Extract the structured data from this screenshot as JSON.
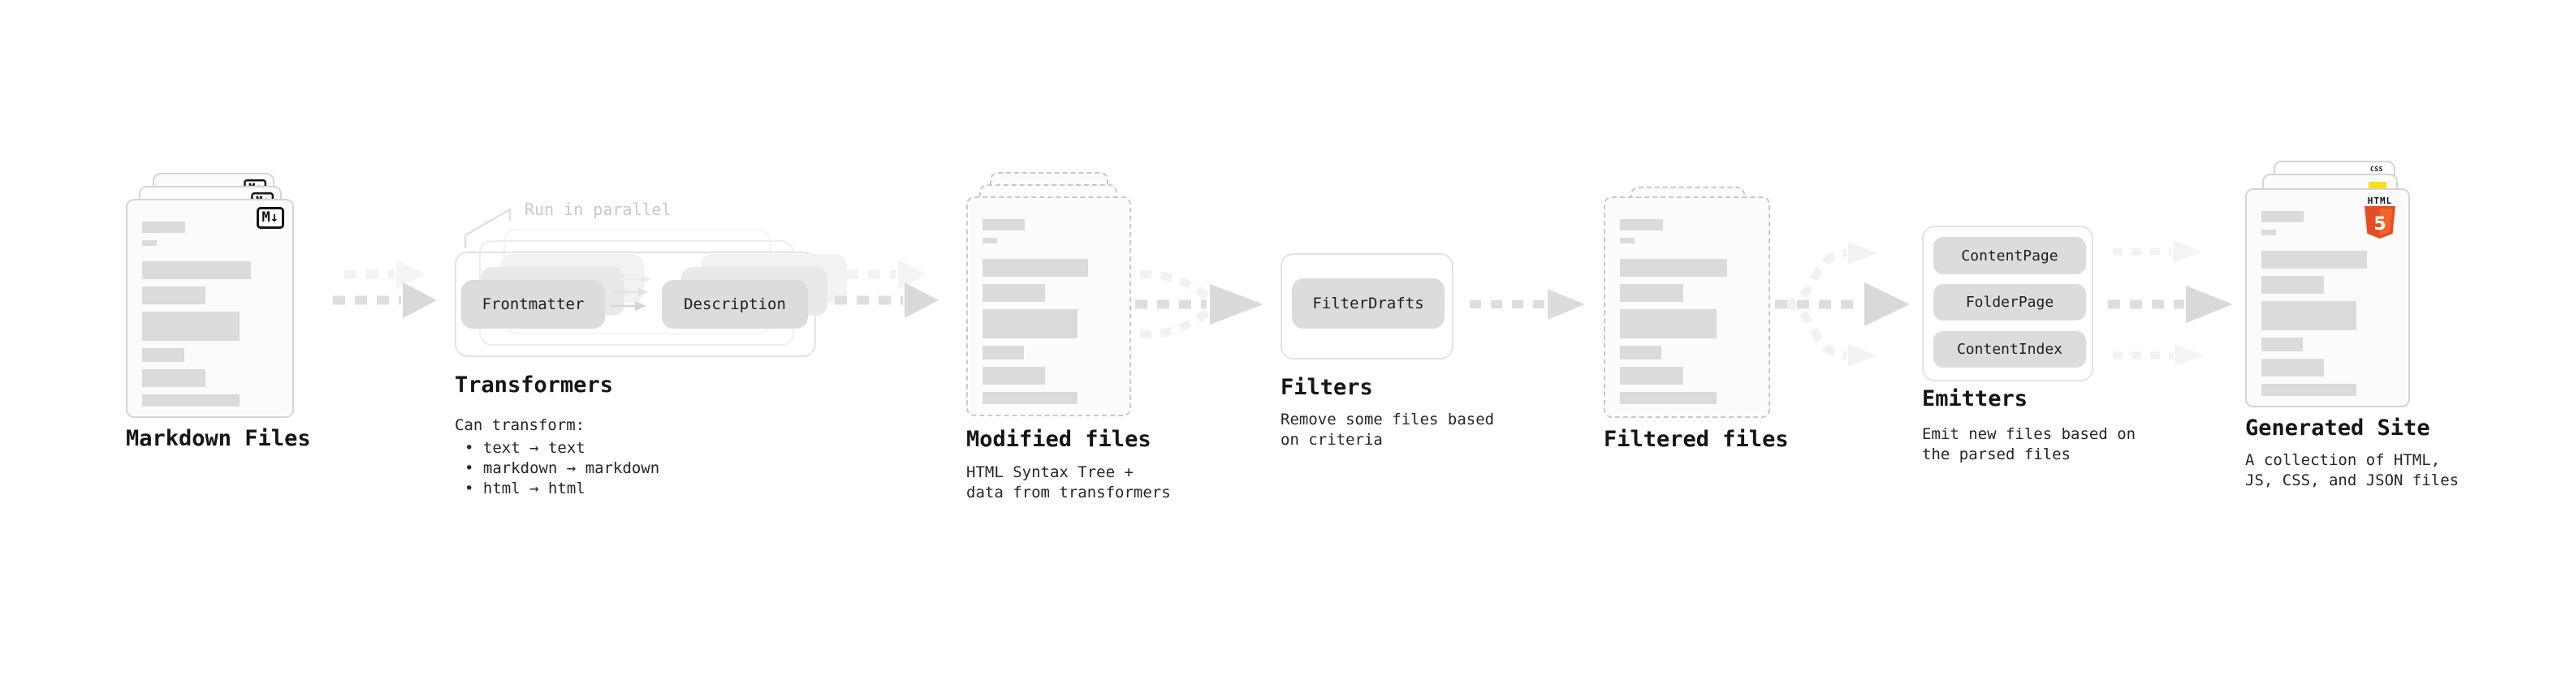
{
  "stages": {
    "markdown": {
      "label": "Markdown Files",
      "badge": "M↓"
    },
    "transformers": {
      "note": "Run in parallel",
      "input_box": "Frontmatter",
      "output_box": "Description",
      "title": "Transformers",
      "subtitle": "Can transform:",
      "bullets": [
        "text → text",
        "markdown → markdown",
        "html → html"
      ]
    },
    "modified": {
      "title": "Modified files",
      "subtitle": "HTML Syntax Tree +\ndata from transformers"
    },
    "filters": {
      "title": "Filters",
      "box": "FilterDrafts",
      "subtitle": "Remove some files based\non criteria"
    },
    "filtered": {
      "title": "Filtered files"
    },
    "emitters": {
      "title": "Emitters",
      "boxes": [
        "ContentPage",
        "FolderPage",
        "ContentIndex"
      ],
      "subtitle": "Emit new files based on\nthe parsed files"
    },
    "generated": {
      "title": "Generated Site",
      "subtitle": "A collection of HTML,\nJS, CSS, and JSON files",
      "badge_html_word": "HTML",
      "badge_html_number": "5",
      "badge_css": "CSS"
    }
  },
  "colors": {
    "html5_orange": "#E44D26",
    "js_yellow": "#F7DF1E",
    "css_blue": "#2D63EA",
    "badge_ink": "#111111",
    "arrow_dark": "#DEDEDE",
    "arrow_light": "#F1F1F1",
    "skeleton_bar": "#DBDBDB",
    "note_gray": "#C9C9C9"
  }
}
